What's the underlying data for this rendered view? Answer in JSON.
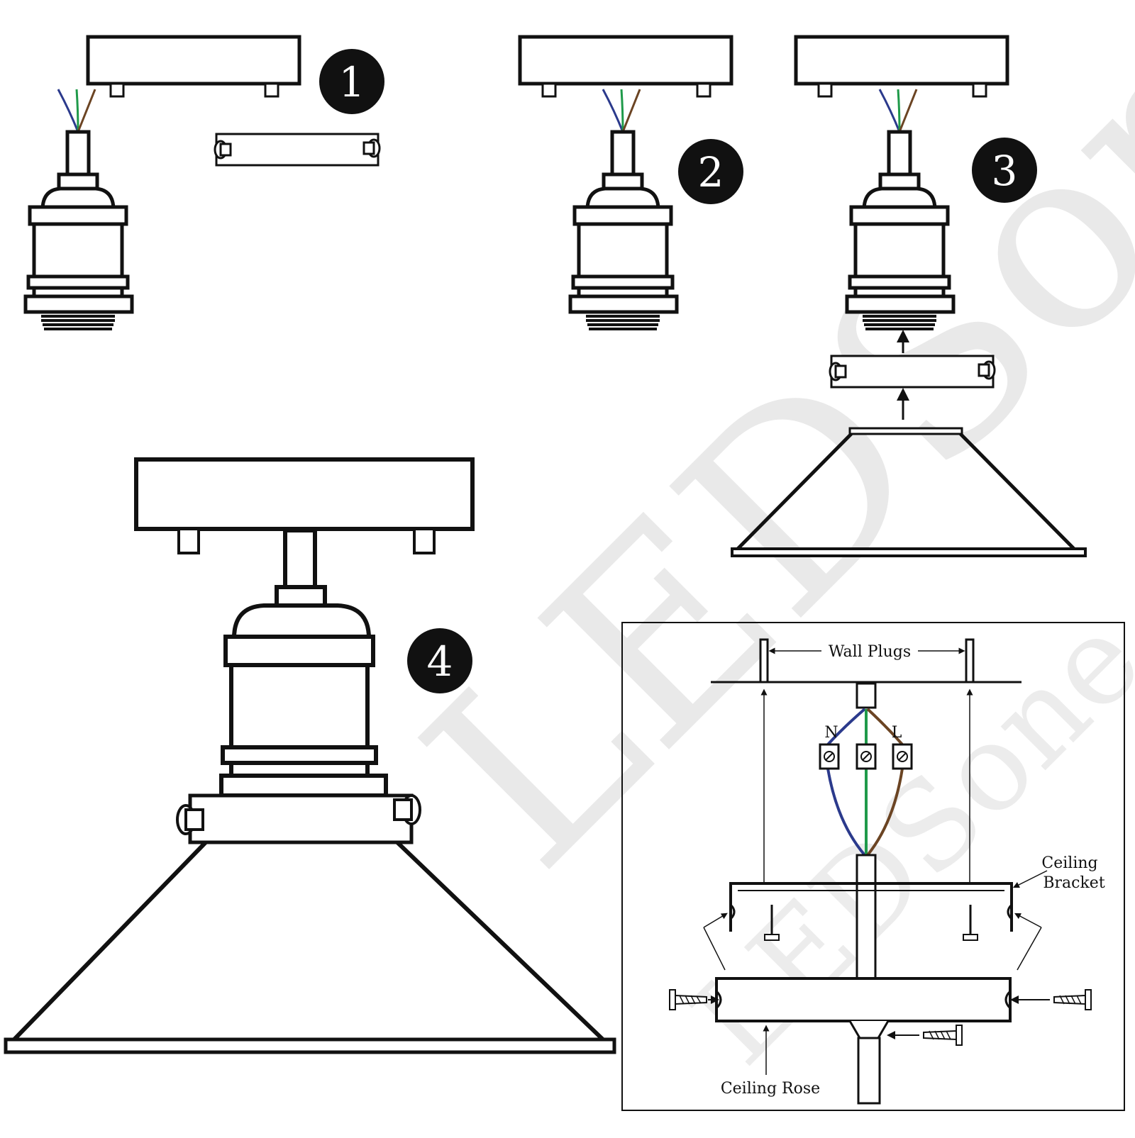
{
  "steps": [
    {
      "number": "1"
    },
    {
      "number": "2"
    },
    {
      "number": "3"
    },
    {
      "number": "4"
    }
  ],
  "wiring_diagram": {
    "wall_plugs_label": "Wall Plugs",
    "neutral_label": "N",
    "live_label": "L",
    "ceiling_bracket_label_line1": "Ceiling",
    "ceiling_bracket_label_line2": "Bracket",
    "ceiling_rose_label": "Ceiling Rose"
  },
  "watermark": {
    "text": "LEDSone"
  },
  "colors": {
    "line": "#111111",
    "neutral_wire": "#2b3a8c",
    "earth_wire": "#1f9a4a",
    "live_wire": "#6b4423",
    "watermark": "#e6e6e6"
  }
}
